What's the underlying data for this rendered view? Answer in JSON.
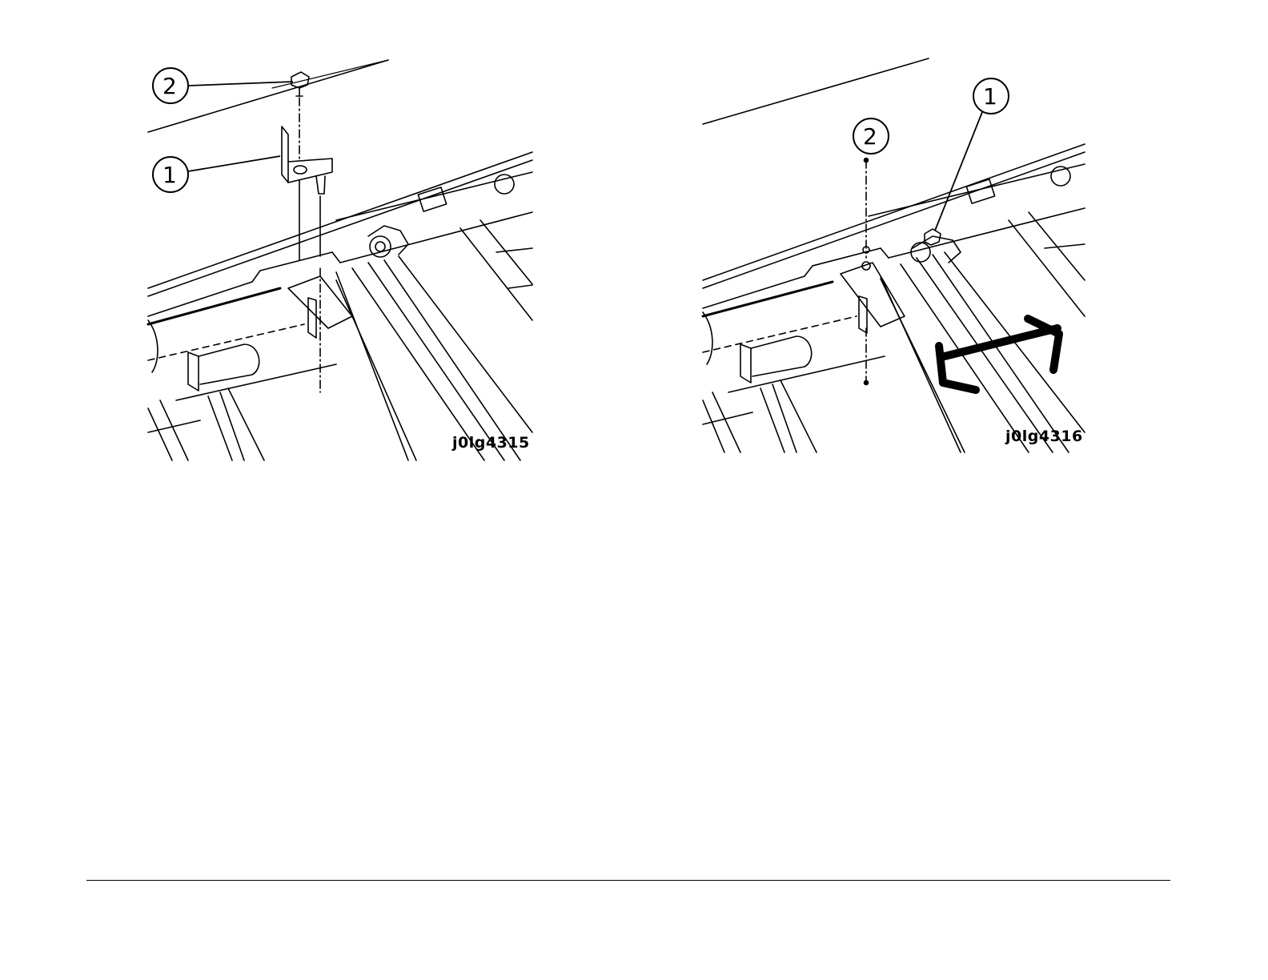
{
  "figures": [
    {
      "id_label": "j0lg4315",
      "callouts": [
        {
          "number": "2"
        },
        {
          "number": "1"
        }
      ]
    },
    {
      "id_label": "j0lg4316",
      "callouts": [
        {
          "number": "1"
        },
        {
          "number": "2"
        }
      ]
    }
  ]
}
